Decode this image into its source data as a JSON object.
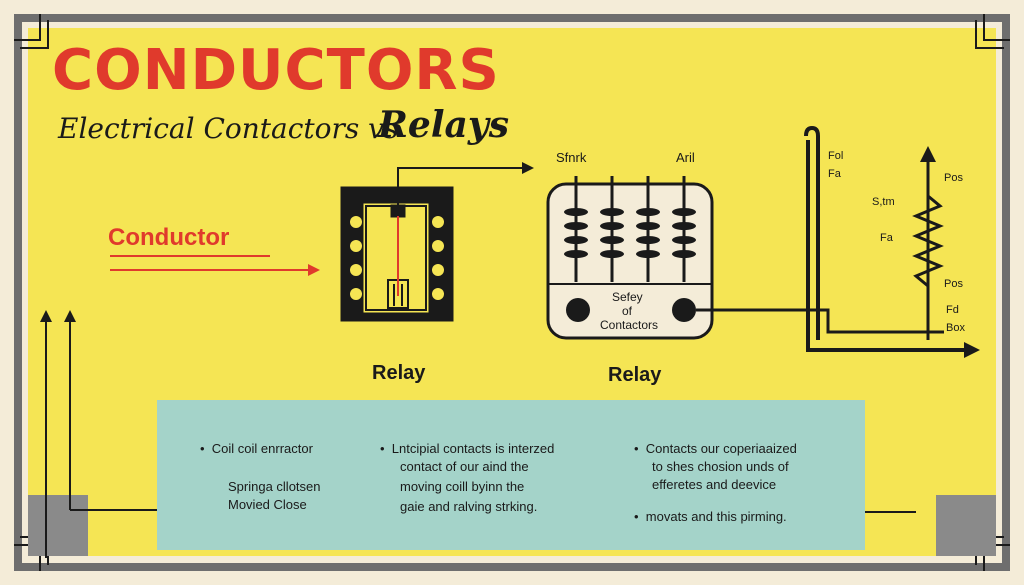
{
  "title": "CONDUCTORS",
  "subtitle_a": "Electrical Contactors vs",
  "subtitle_b": "Relays",
  "conductor_label": "Conductor",
  "relay_left_label": "Relay",
  "relay_right_label": "Relay",
  "top_labels": {
    "left": "Sfnrk",
    "right": "Aril"
  },
  "box_text": {
    "line1": "Sefey",
    "line2": "of",
    "line3": "Contactors"
  },
  "side_labels": {
    "fol": "Fol",
    "fa_top": "Fa",
    "sm": "S,tm",
    "fa_mid": "Fa",
    "pos_top": "Pos",
    "pos_bottom": "Pos",
    "fd": "Fd",
    "box": "Box"
  },
  "panel": {
    "col1": {
      "line1": "Coil coil enrractor",
      "line2": "Springa cllotsen",
      "line3": "Movied Close"
    },
    "col2": {
      "line1": "Lntcipial contacts is interzed",
      "line2": "contact of our aind the",
      "line3": "moving coill byinn the",
      "line4": "gaie and ralving strking."
    },
    "col3": {
      "line1": "Contacts our coperiaaized",
      "line2": "to shes chosion unds of",
      "line3": "efferetes and deevice",
      "line4": "movats and this pirming."
    }
  },
  "colors": {
    "background": "#f5e554",
    "title_red": "#e03a2c",
    "panel_teal": "#a4d3c9",
    "ink": "#1a1a1a",
    "frame_gray": "#6e6e6e"
  }
}
